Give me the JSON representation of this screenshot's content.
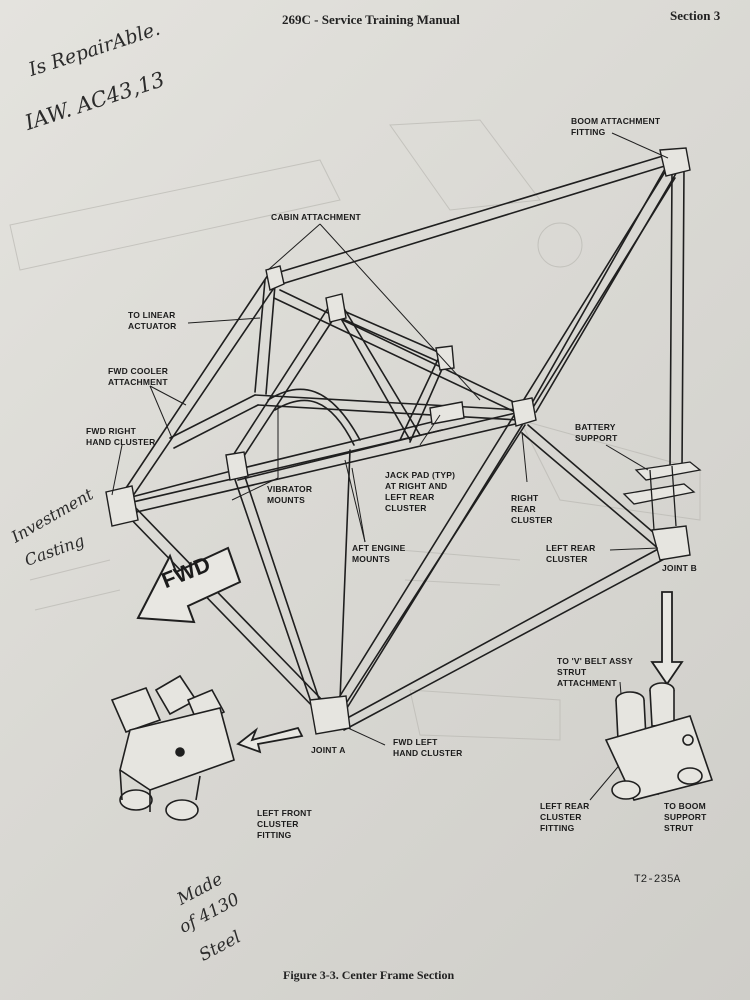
{
  "header": {
    "title": "269C - Service Training Manual",
    "section": "Section 3"
  },
  "handwriting": {
    "note_repairable_line1": "Is RepairAble.",
    "note_repairable_line2": "IAW. AC43,13",
    "note_investment_line1": "Investment",
    "note_investment_line2": "Casting",
    "note_material_line1": "Made",
    "note_material_line2": "of 4130",
    "note_material_line3": "Steel"
  },
  "callouts": {
    "boom_attachment_fitting": "BOOM ATTACHMENT\nFITTING",
    "cabin_attachment": "CABIN ATTACHMENT",
    "to_linear_actuator": "TO LINEAR\nACTUATOR",
    "fwd_cooler_attachment": "FWD COOLER\nATTACHMENT",
    "fwd_right_hand_cluster": "FWD RIGHT\nHAND CLUSTER",
    "battery_support": "BATTERY\nSUPPORT",
    "jack_pad": "JACK PAD (TYP)\nAT RIGHT AND\nLEFT REAR\nCLUSTER",
    "right_rear_cluster": "RIGHT\nREAR\nCLUSTER",
    "vibrator_mounts": "VIBRATOR\nMOUNTS",
    "aft_engine_mounts": "AFT ENGINE\nMOUNTS",
    "left_rear_cluster": "LEFT REAR\nCLUSTER",
    "joint_b": "JOINT B",
    "fwd_arrow": "FWD",
    "v_belt_strut_attachment": "TO 'V' BELT ASSY\nSTRUT\nATTACHMENT",
    "joint_a": "JOINT A",
    "fwd_left_hand_cluster": "FWD LEFT\nHAND CLUSTER",
    "left_front_cluster_fitting": "LEFT FRONT\nCLUSTER\nFITTING",
    "left_rear_cluster_fitting": "LEFT REAR\nCLUSTER\nFITTING",
    "to_boom_support_strut": "TO BOOM\nSUPPORT\nSTRUT"
  },
  "figure": {
    "code": "T2-235A",
    "caption": "Figure 3-3.  Center Frame Section"
  }
}
